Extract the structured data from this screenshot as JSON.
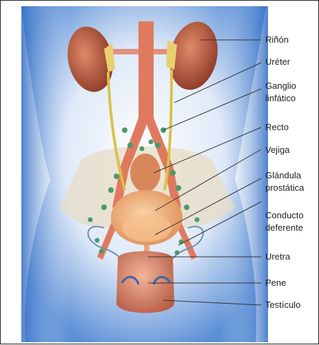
{
  "labels": {
    "kidney": "Riñón",
    "ureter": "Uréter",
    "lymph_1": "Ganglio",
    "lymph_2": "linfático",
    "rectum": "Recto",
    "bladder": "Vejiga",
    "prostate_1": "Glándula",
    "prostate_2": "prostática",
    "vas_1": "Conducto",
    "vas_2": "deferente",
    "urethra": "Uretra",
    "penis": "Pene",
    "testicle": "Testículo"
  },
  "colors": {
    "body_glow": "#5b8fd6",
    "kidney": "#b8553d",
    "vessel": "#e07a5f",
    "bladder": "#f0b27a",
    "rectum": "#d8875a",
    "lymph_node": "#4a9a6a",
    "ureter": "#d9c24a",
    "pelvis_bone": "#e7dcc6"
  }
}
